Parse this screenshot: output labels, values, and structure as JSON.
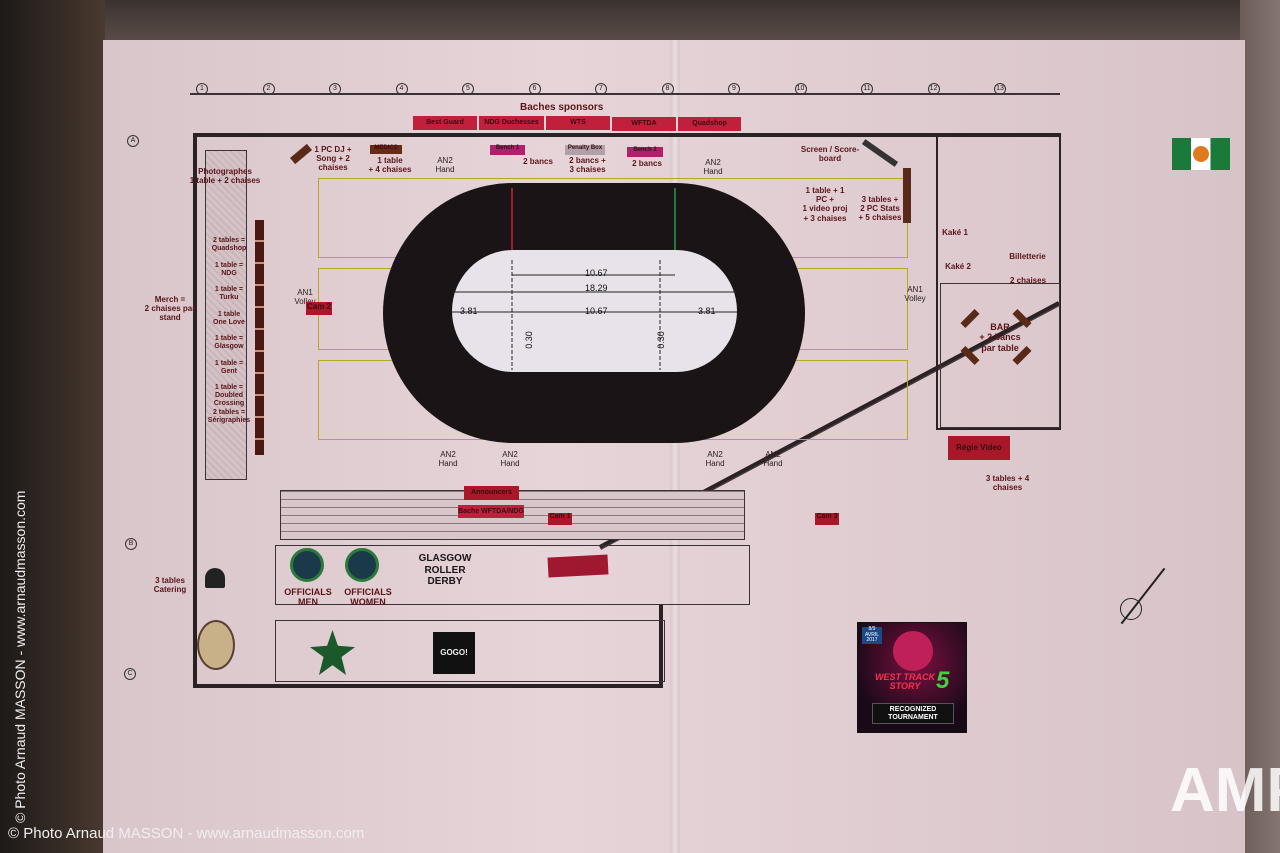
{
  "sponsors": {
    "title": "Baches sponsors",
    "items": [
      "Best Guard",
      "NDG Duchesses",
      "WTS",
      "WFTDA",
      "Quadshop"
    ]
  },
  "grid": {
    "columns": [
      "1",
      "2",
      "3",
      "4",
      "5",
      "6",
      "7",
      "8",
      "9",
      "10",
      "11",
      "12",
      "13"
    ],
    "rows": [
      "A",
      "B",
      "C"
    ]
  },
  "labels": {
    "dj": "1 PC DJ +\nSong + 2\nchaises",
    "medics": "MEDICS",
    "medics_desc": "1 table\n+ 4 chaises",
    "bench1": "Bench 1",
    "bench1_desc": "2 bancs",
    "penalty": "Penalty Box",
    "penalty_desc": "2 bancs +\n3 chaises",
    "bench2": "Bench 2",
    "bench2_desc": "2 bancs",
    "screen": "Screen / Score-\nboard",
    "video_table": "1 table + 1\nPC +\n1 video proj\n+ 3 chaises",
    "stats": "3 tables +\n2 PC Stats\n+ 5 chaises",
    "kake1": "Kaké 1",
    "kake2": "Kaké 2",
    "billetterie": "Billetterie",
    "billetterie_desc": "2 chaises",
    "bar": "BAR\n+ 2 bancs\npar table",
    "regie": "Régie Video",
    "regie_desc": "3 tables + 4\nchaises",
    "photographes": "Photographes\n1 table + 2 chaises",
    "merch": "Merch =\n2 chaises par\nstand",
    "cam1": "Cam 1",
    "cam2": "Cam 2",
    "cam3": "Cam 3",
    "announcers": "Announcers",
    "bache": "Bache WFTDA/NDG",
    "officials_men": "OFFICIALS\nMEN",
    "officials_women": "OFFICIALS\nWOMEN",
    "catering": "3 tables\nCatering",
    "an2_hand": "AN2\nHand",
    "an1_volley": "AN1\nVolley"
  },
  "stands": [
    "2 tables =\nQuadshop",
    "1 table =\nNDG",
    "1 table =\nTurku",
    "1 table\nOne Love",
    "1 table =\nGlasgow",
    "1 table =\nGent",
    "1 table =\nDoubled\nCrossing",
    "2 tables =\nSérigraphies"
  ],
  "track": {
    "d1": "10.67",
    "d2": "18.29",
    "d3": "3.81",
    "d4": "10.67",
    "d5": "3.81",
    "d6": "0.30",
    "d7": "0.30"
  },
  "logos": {
    "glasgow": "GLASGOW\nROLLER DERBY",
    "gogo": "GOGO!"
  },
  "sticker": {
    "date": "8/9\nAVRIL\n2017",
    "title": "WEST TRACK\nSTORY",
    "number": "5",
    "badge": "RECOGNIZED\nTOURNAMENT"
  },
  "watermark": {
    "bottom": "© Photo Arnaud MASSON - www.arnaudmasson.com",
    "side": "© Photo Arnaud MASSON - www.arnaudmasson.com",
    "logo": "AMP"
  },
  "colors": {
    "banner": "#c0203c",
    "label": "#5a1418",
    "paper": "#e6d4d8"
  }
}
